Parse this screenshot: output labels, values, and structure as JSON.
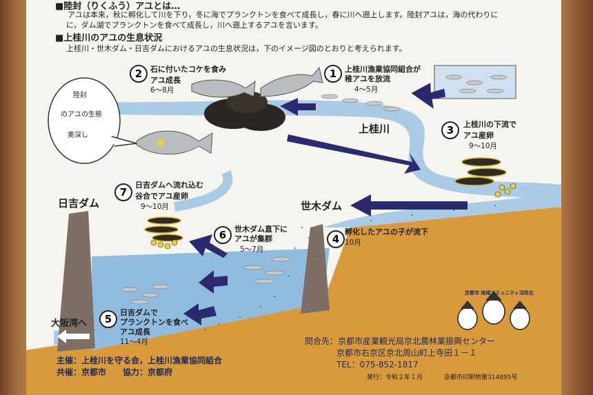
{
  "header": {
    "title1": "■陸封（りくふう）アユとは…",
    "line1": "アユは本来，秋に孵化して川を下り，冬に海でプランクトンを食べて成長し，春に川へ遡上します。陸封アユは，海の代わりに",
    "line2": "に，ダム湖でプランクトンを食べて成長し，川へ遡上するアユを言います。",
    "title2": "■上桂川のアユの生息状況",
    "line3": "上桂川・世木ダム・日吉ダムにおけるアユの生息状況は，下のイメージ図のとおりと考えられます。"
  },
  "steps": [
    {
      "num": "1",
      "lines": [
        "上桂川漁業協同組合が",
        "稚アユを放流"
      ],
      "period": "4～5月"
    },
    {
      "num": "2",
      "lines": [
        "石に付いたコケを食み",
        "アユ成長"
      ],
      "period": "6～8月"
    },
    {
      "num": "3",
      "lines": [
        "上桂川の下流で",
        "アユ産卵"
      ],
      "period": "9～10月"
    },
    {
      "num": "4",
      "lines": [
        "孵化したアユの子が流下"
      ],
      "period": "10月"
    },
    {
      "num": "5",
      "lines": [
        "日吉ダムで",
        "プランクトンを食べ",
        "アユ成長"
      ],
      "period": "11～4月"
    },
    {
      "num": "6",
      "lines": [
        "世木ダム直下に",
        "アユが集群"
      ],
      "period": "5～7月"
    },
    {
      "num": "7",
      "lines": [
        "日吉ダムへ流れ込む",
        "谷合でアユ産卵"
      ],
      "period": "9～10月"
    }
  ],
  "bubble": [
    "陸封",
    "のアユの生態",
    "奥深し"
  ],
  "places": {
    "river": "上桂川",
    "seki_dam": "世木ダム",
    "hiyoshi_dam": "日吉ダム",
    "osaka_bay": "大阪湾へ"
  },
  "mascot": {
    "caption": "京都市 地域コミュニティ活性化"
  },
  "contact": {
    "label": "問合先：京都市産業観光局京北農林業振興センター",
    "address": "京都市右京区京北周山町上寺田１－１",
    "tel": "TEL：075-852-1817"
  },
  "footer": {
    "host": "主催：上桂川を守る会，上桂川漁業協同組合",
    "cohost": "共催：京都市　　協力：京都府",
    "issued": "発行：令和２年１月",
    "printno": "京都市印刷物第314895号"
  },
  "colors": {
    "water": "#a9cbe6",
    "lake": "#8fbcdf",
    "ground": "#d99a3c",
    "arrow": "#2c2a6e",
    "dam": "#7d6f66"
  }
}
